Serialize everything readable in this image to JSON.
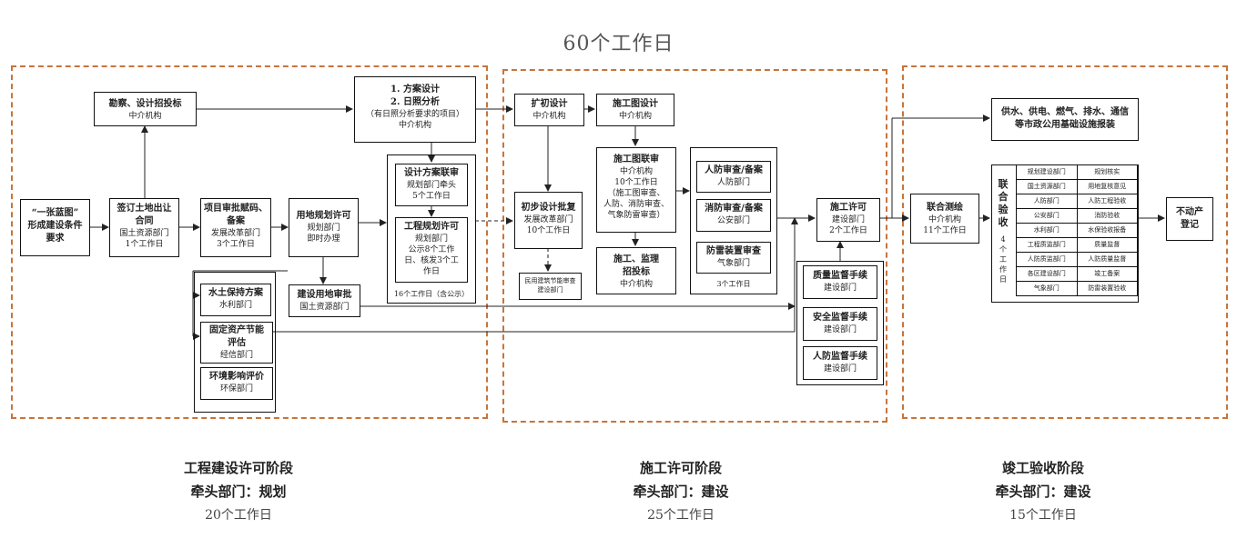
{
  "title": "60个工作日",
  "nodes": {
    "blueprint": {
      "l1": "“一张蓝图”",
      "l2": "形成建设条件",
      "l3": "要求"
    },
    "survey": {
      "title": "勘察、设计招投标",
      "sub": "中介机构"
    },
    "land_contract": {
      "title": "签订土地出让",
      "title2": "合同",
      "sub1": "国土资源部门",
      "sub2": "1个工作日"
    },
    "project_approval": {
      "title": "项目审批赋码、",
      "title2": "备案",
      "sub1": "发展改革部门",
      "sub2": "3个工作日"
    },
    "land_use_permit": {
      "title": "用地规划许可",
      "sub1": "规划部门",
      "sub2": "即时办理"
    },
    "construction_land": {
      "title": "建设用地审批",
      "sub": "国土资源部门"
    },
    "scheme": {
      "l1": "1. 方案设计",
      "l2": "2. 日照分析",
      "l3": "（有日照分析要求的项目）",
      "l4": "中介机构"
    },
    "scheme_review": {
      "title": "设计方案联审",
      "sub1": "规划部门牵头",
      "sub2": "5个工作日"
    },
    "eng_permit": {
      "title": "工程规划许可",
      "sub1": "规划部门",
      "sub2": "公示8个工作",
      "sub3": "日、核发3个工",
      "sub4": "作日"
    },
    "eng_total": "16个工作日（含公示）",
    "soil": {
      "title": "水土保持方案",
      "sub": "水利部门"
    },
    "fixed_asset": {
      "title": "固定资产节能",
      "title2": "评估",
      "sub": "经信部门"
    },
    "environment": {
      "title": "环境影响评价",
      "sub": "环保部门"
    },
    "expanded_design": {
      "title": "扩初设计",
      "sub": "中介机构"
    },
    "prelim_approval": {
      "title": "初步设计批复",
      "sub1": "发展改革部门",
      "sub2": "10个工作日"
    },
    "civil_defense_design": {
      "l1": "民用建筑节能审查",
      "l2": "建设部门"
    },
    "construction_design": {
      "title": "施工图设计",
      "sub": "中介机构"
    },
    "construction_review": {
      "title": "施工图联审",
      "sub1": "中介机构",
      "sub2": "10个工作日",
      "sub3": "（施工图审查、",
      "sub4": "人防、消防审查、",
      "sub5": "气象防雷审查）"
    },
    "supervision_bid": {
      "title": "施工、监理",
      "title2": "招投标",
      "sub": "中介机构"
    },
    "air_defense": {
      "title": "人防审查/备案",
      "sub": "人防部门"
    },
    "fire": {
      "title": "消防审查/备案",
      "sub": "公安部门"
    },
    "lightning": {
      "title": "防雷装置审查",
      "sub": "气象部门"
    },
    "review_days": "3个工作日",
    "construction_permit": {
      "title": "施工许可",
      "sub1": "建设部门",
      "sub2": "2个工作日"
    },
    "quality": {
      "title": "质量监督手续",
      "sub": "建设部门"
    },
    "safety": {
      "title": "安全监督手续",
      "sub": "建设部门"
    },
    "civil_air": {
      "title": "人防监督手续",
      "sub": "建设部门"
    },
    "joint_survey": {
      "title": "联合测绘",
      "sub1": "中介机构",
      "sub2": "11个工作日"
    },
    "utilities": {
      "l1": "供水、供电、燃气、排水、通信",
      "l2": "等市政公用基础设施报装"
    },
    "joint_acceptance": {
      "title": "联合验收",
      "days": "4个工作日"
    },
    "realestate": {
      "l1": "不动产",
      "l2": "登记"
    }
  },
  "acceptance_table": [
    [
      "规划建设部门",
      "规划核实"
    ],
    [
      "国土资源部门",
      "用地复核意见"
    ],
    [
      "人防部门",
      "人防工程验收"
    ],
    [
      "公安部门",
      "消防验收"
    ],
    [
      "水利部门",
      "水保验收报备"
    ],
    [
      "工程质监部门",
      "质量监督"
    ],
    [
      "人防质监部门",
      "人防质量监督"
    ],
    [
      "各区建设部门",
      "竣工备案"
    ],
    [
      "气象部门",
      "防雷装置验收"
    ]
  ],
  "phases": [
    {
      "name": "工程建设许可阶段",
      "lead": "牵头部门：规划",
      "days": "20个工作日"
    },
    {
      "name": "施工许可阶段",
      "lead": "牵头部门：建设",
      "days": "25个工作日"
    },
    {
      "name": "竣工验收阶段",
      "lead": "牵头部门：建设",
      "days": "15个工作日"
    }
  ],
  "colors": {
    "phase_border": "#c8743a",
    "line": "#222222",
    "title": "#555555"
  }
}
